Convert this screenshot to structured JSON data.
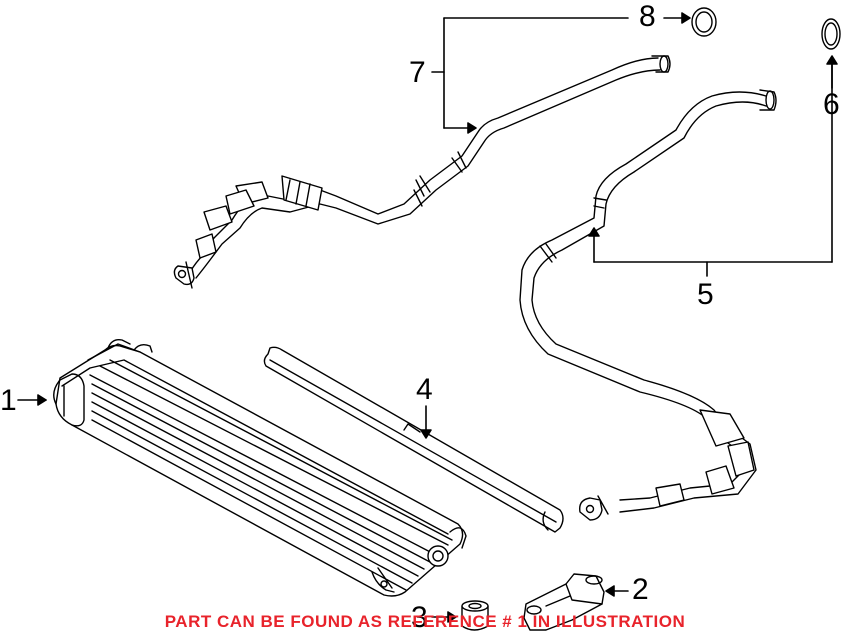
{
  "callouts": {
    "c1": "1",
    "c2": "2",
    "c3": "3",
    "c4": "4",
    "c5": "5",
    "c6": "6",
    "c7": "7",
    "c8": "8"
  },
  "notice": "PART CAN BE FOUND AS REFERENCE # 1 IN ILLUSTRATION",
  "colors": {
    "notice": "#e8232b",
    "line": "#000000",
    "background": "#ffffff"
  }
}
